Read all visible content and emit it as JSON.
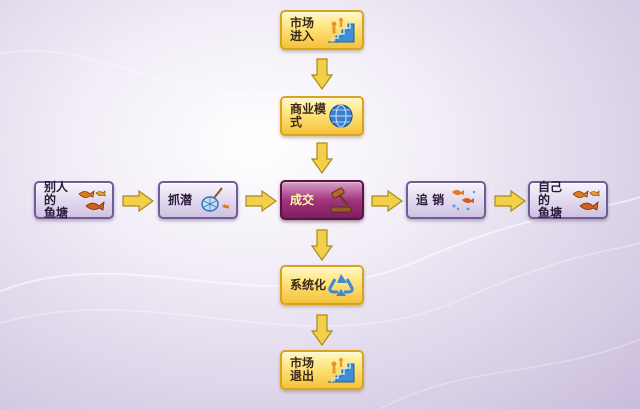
{
  "colors": {
    "yellow_fill": "#ffe27a",
    "yellow_border": "#d9a320",
    "lilac_fill": "#e1d8ee",
    "lilac_border": "#6f5d95",
    "deal_fill": "#a4357f",
    "deal_text": "#fff7a8",
    "arrow_fill": "#f2d04a",
    "arrow_stroke": "#a98a1e"
  },
  "nodes": {
    "market_entry": {
      "line1": "市场",
      "line2": "进入",
      "icon": "staircase-people-icon"
    },
    "business_model": {
      "line1": "商业模式",
      "icon": "globe-icon"
    },
    "others_pond": {
      "line1": "别人的",
      "line2": "鱼塘",
      "icon": "fish-icon"
    },
    "catch": {
      "line1": "抓潜",
      "icon": "fishing-net-icon"
    },
    "deal": {
      "line1": "成交",
      "icon": "gavel-icon"
    },
    "follow_up": {
      "line1": "追 销",
      "icon": "fish-school-icon"
    },
    "own_pond": {
      "line1": "自己的",
      "line2": "鱼塘",
      "icon": "fish-icon"
    },
    "systemize": {
      "line1": "系统化",
      "icon": "recycle-icon"
    },
    "market_exit": {
      "line1": "市场",
      "line2": "退出",
      "icon": "staircase-people-icon"
    }
  }
}
